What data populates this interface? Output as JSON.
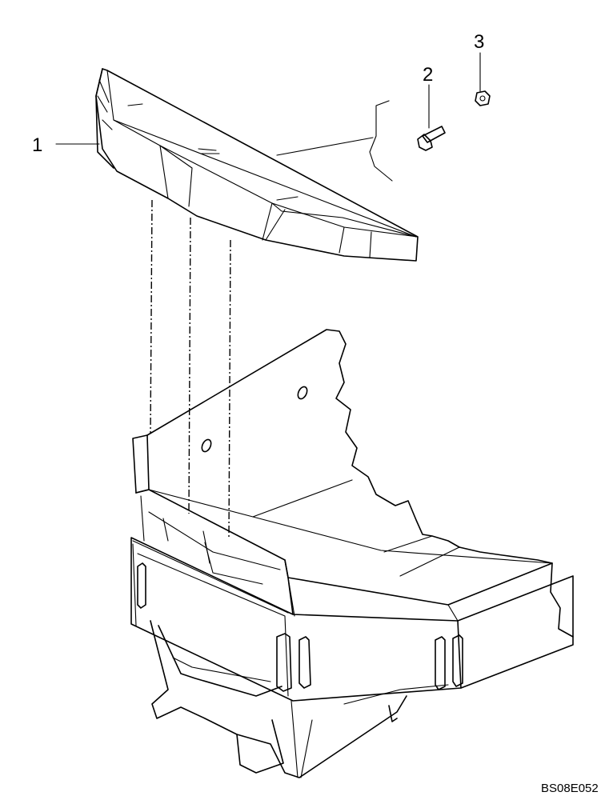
{
  "callouts": [
    {
      "id": "1",
      "label": "1",
      "part": "bracket"
    },
    {
      "id": "2",
      "label": "2",
      "part": "bolt"
    },
    {
      "id": "3",
      "label": "3",
      "part": "nut"
    }
  ],
  "reference_code": "BS08E052"
}
